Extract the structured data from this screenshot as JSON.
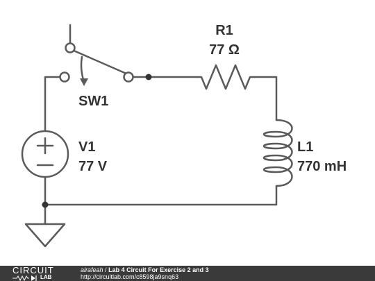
{
  "components": {
    "switch": {
      "name": "SW1"
    },
    "resistor": {
      "name": "R1",
      "value": "77 Ω"
    },
    "source": {
      "name": "V1",
      "value": "77 V"
    },
    "inductor": {
      "name": "L1",
      "value": "770 mH"
    }
  },
  "footer": {
    "brand_top": "CIRCUIT",
    "brand_bottom": "LAB",
    "author": "alrafeah",
    "separator": "/",
    "title": "Lab 4 Circuit For Exercise 2 and 3",
    "url": "http://circuitlab.com/c8598ja9snq63"
  },
  "colors": {
    "wire": "#5a5a5a",
    "text": "#333333",
    "footer_bg": "#3a3a3a"
  }
}
